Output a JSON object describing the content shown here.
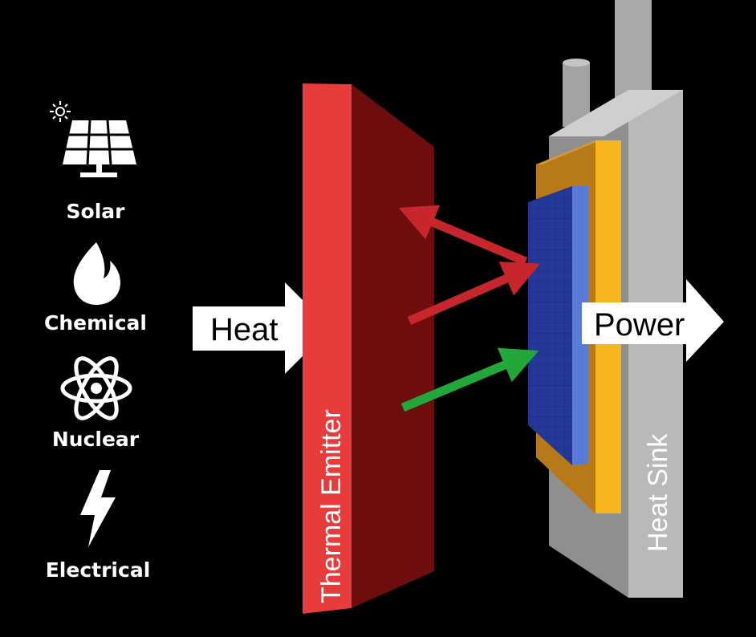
{
  "sources": [
    {
      "label": "Solar",
      "icon": "solar-panel-icon"
    },
    {
      "label": "Chemical",
      "icon": "flame-icon"
    },
    {
      "label": "Nuclear",
      "icon": "atom-icon"
    },
    {
      "label": "Electrical",
      "icon": "lightning-bolt-icon"
    }
  ],
  "heat_arrow": {
    "label": "Heat"
  },
  "power_arrow": {
    "label": "Power"
  },
  "emitter": {
    "label": "Thermal Emitter",
    "color": "#e83c3c"
  },
  "heat_sink": {
    "label": "Heat Sink",
    "color": "#b9b9b9"
  },
  "photon_arrows": [
    {
      "name": "reflected-photon-arrow",
      "color": "#c6262c"
    },
    {
      "name": "absorbed-photon-arrow-red",
      "color": "#c6262c"
    },
    {
      "name": "absorbed-photon-arrow-green",
      "color": "#22a83a"
    }
  ],
  "colors": {
    "background": "#000000",
    "cell": "#24389a",
    "cell_edge": "#5a7ad8",
    "substrate": "#b87a18",
    "contact": "#f7b61c"
  }
}
